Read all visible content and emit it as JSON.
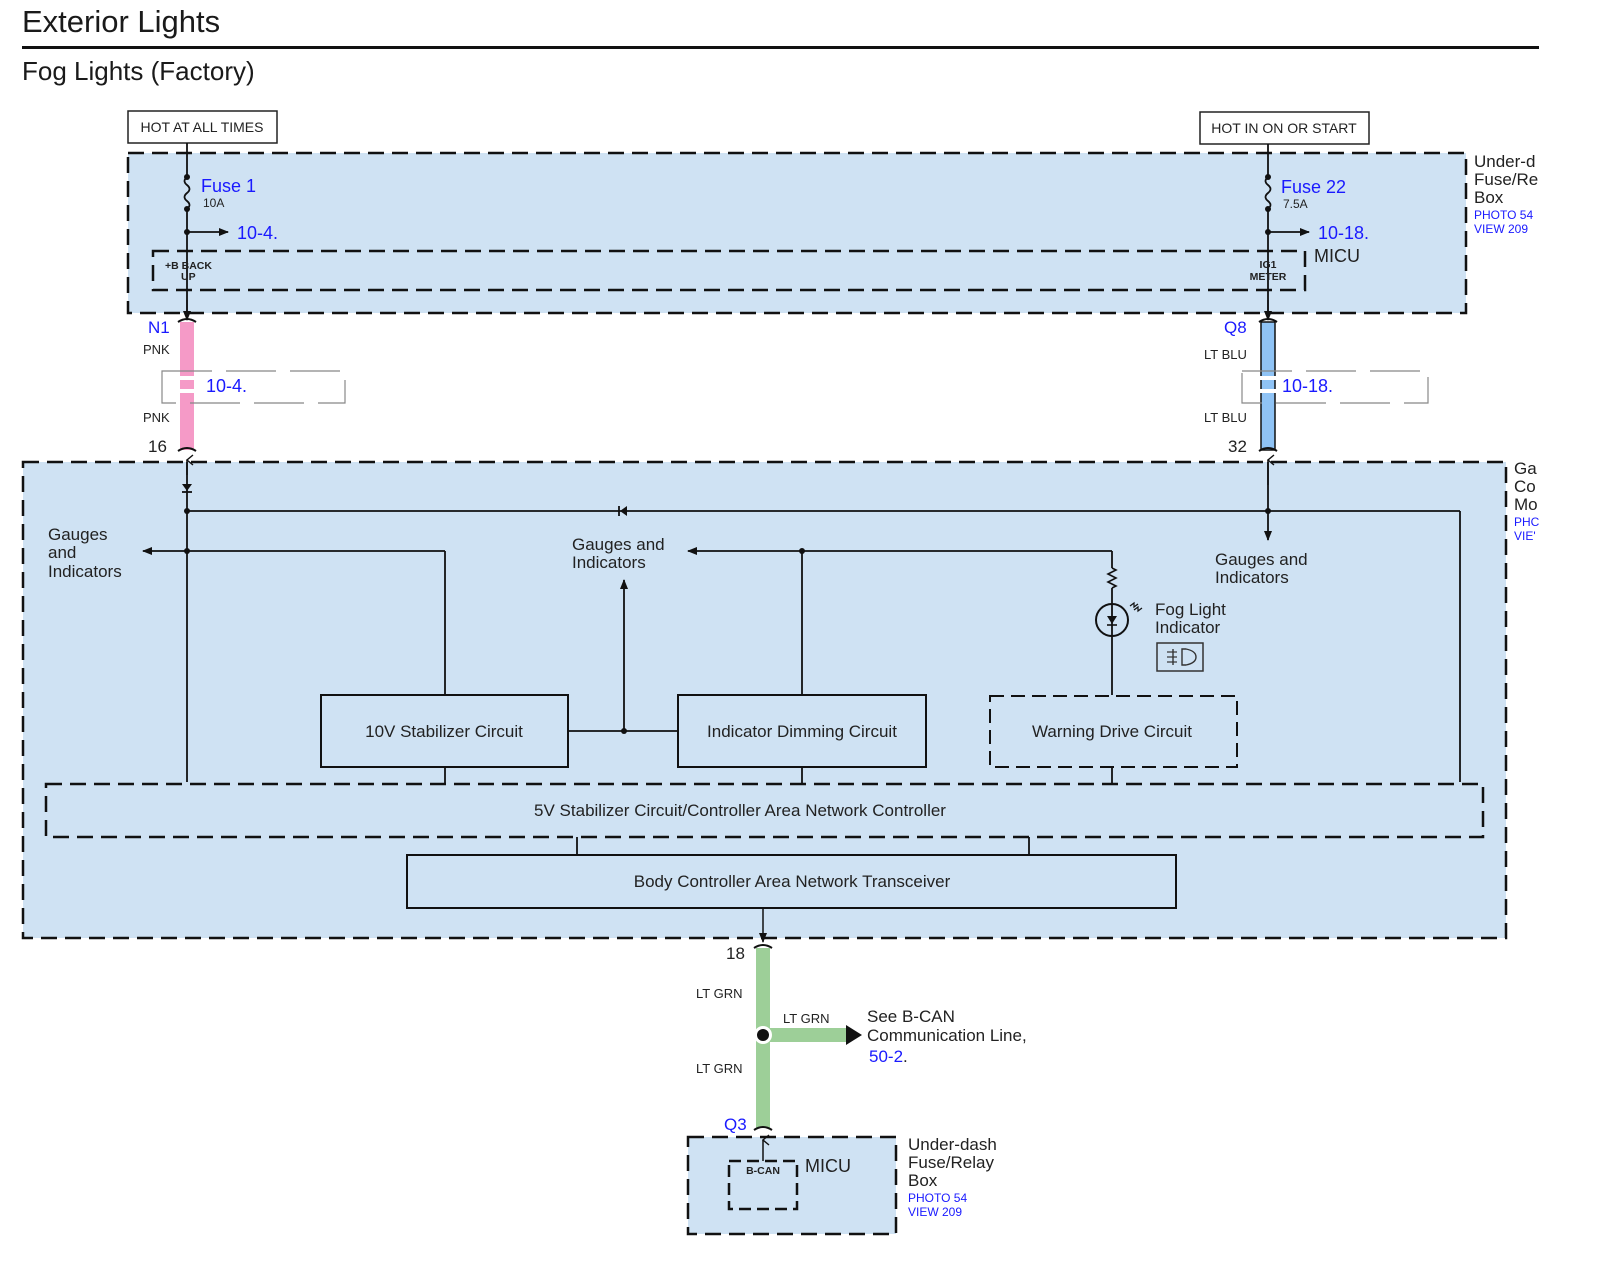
{
  "page": {
    "section_title": "Exterior Lights",
    "diagram_title": "Fog Lights (Factory)"
  },
  "colors": {
    "module_fill": "#cfe2f3",
    "wire_pnk": "#f59ac7",
    "wire_lt_blu": "#8fc3f5",
    "wire_lt_grn": "#9dcf98",
    "link_blue": "#1a1aff"
  },
  "power": {
    "left_source": "HOT AT ALL TIMES",
    "right_source": "HOT IN ON OR START"
  },
  "top_module": {
    "name_lines": [
      "Under-d",
      "Fuse/Re",
      "Box"
    ],
    "photo": "PHOTO 54",
    "view": "VIEW 209",
    "sub_unit": "MICU",
    "fuse_left": {
      "name": "Fuse 1",
      "rating": "10A",
      "ref": "10-4."
    },
    "fuse_right": {
      "name": "Fuse 22",
      "rating": "7.5A",
      "ref": "10-18."
    },
    "terminal_left_lines": [
      "+B BACK",
      "UP"
    ],
    "terminal_right_lines": [
      "IG1",
      "METER"
    ]
  },
  "wires": {
    "left": {
      "connector_top": "N1",
      "color_top": "PNK",
      "ref": "10-4.",
      "color_bottom": "PNK",
      "pin_bottom": "16"
    },
    "right": {
      "connector_top": "Q8",
      "color_top": "LT BLU",
      "ref": "10-18.",
      "color_bottom": "LT BLU",
      "pin_bottom": "32"
    },
    "bottom": {
      "pin_top": "18",
      "color_upper": "LT GRN",
      "branch_color": "LT GRN",
      "color_lower": "LT GRN",
      "connector_bottom": "Q3"
    }
  },
  "gauge_module": {
    "name_lines": [
      "Ga",
      "Co",
      "Mo"
    ],
    "photo": "PHC",
    "view": "VIE'",
    "outputs": {
      "left": [
        "Gauges",
        "and",
        "Indicators"
      ],
      "center": [
        "Gauges and",
        "Indicators"
      ],
      "right": [
        "Gauges and",
        "Indicators"
      ]
    },
    "indicator": {
      "name_lines": [
        "Fog Light",
        "Indicator"
      ],
      "symbol": "fog-light-symbol"
    },
    "blocks": {
      "stabilizer_10v": "10V Stabilizer Circuit",
      "dimming": "Indicator Dimming Circuit",
      "warning": "Warning Drive Circuit",
      "can_controller": "5V Stabilizer Circuit/Controller Area Network Controller",
      "can_transceiver": "Body Controller Area Network Transceiver"
    }
  },
  "bcan_note": {
    "lines": [
      "See B-CAN",
      "Communication Line,"
    ],
    "ref": "50-2",
    "ref_suffix": "."
  },
  "bottom_module": {
    "name_lines": [
      "Under-dash",
      "Fuse/Relay",
      "Box"
    ],
    "photo": "PHOTO 54",
    "view": "VIEW 209",
    "sub_unit": "MICU",
    "terminal": "B-CAN"
  }
}
